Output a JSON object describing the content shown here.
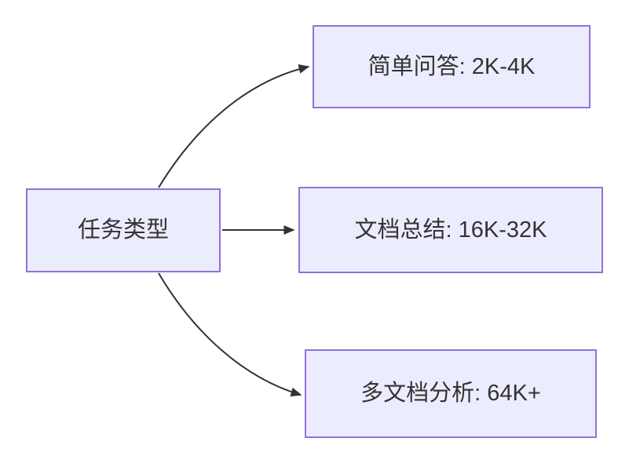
{
  "diagram": {
    "type": "flowchart",
    "direction": "left-to-right",
    "root": {
      "id": "task-type",
      "label": "任务类型"
    },
    "branches": [
      {
        "id": "simple-qa",
        "label": "简单问答: 2K-4K"
      },
      {
        "id": "doc-summary",
        "label": "文档总结: 16K-32K"
      },
      {
        "id": "multi-doc",
        "label": "多文档分析: 64K+"
      }
    ],
    "edges": [
      {
        "from": "任务类型",
        "to": "简单问答: 2K-4K",
        "style": "curved-up-arrow"
      },
      {
        "from": "任务类型",
        "to": "文档总结: 16K-32K",
        "style": "straight-arrow"
      },
      {
        "from": "任务类型",
        "to": "多文档分析: 64K+",
        "style": "curved-down-arrow"
      }
    ],
    "colors": {
      "node_fill": "#ECECFF",
      "node_border": "#9370DB",
      "edge": "#333333",
      "text": "#333333",
      "background": "#FFFFFF"
    }
  }
}
